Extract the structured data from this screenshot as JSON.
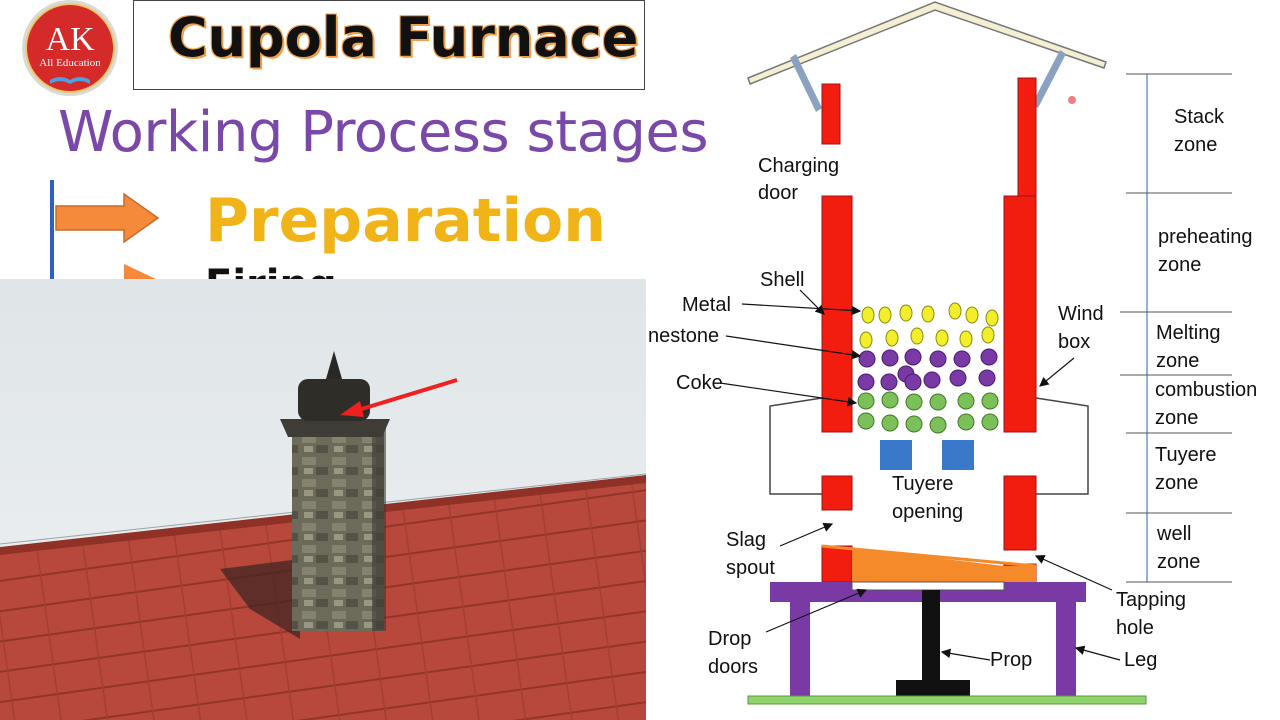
{
  "logo": {
    "initials": "AK",
    "caption": "All Education"
  },
  "title": "Cupola Furnace",
  "subtitle": "Working Process stages",
  "stages": {
    "first": "Preparation",
    "second_partial": "Firing"
  },
  "diagram": {
    "labels": {
      "charging_door": [
        "Charging",
        "door"
      ],
      "shell": "Shell",
      "metal": "Metal",
      "limestone": "nestone",
      "coke": "Coke",
      "wind_box": [
        "Wind",
        "box"
      ],
      "tuyere_opening": [
        "Tuyere",
        "opening"
      ],
      "slag_spout": [
        "Slag",
        "spout"
      ],
      "tapping_hole": [
        "Tapping",
        "hole"
      ],
      "drop_doors": [
        "Drop",
        "doors"
      ],
      "prop": "Prop",
      "leg": "Leg"
    },
    "zones": [
      [
        "Stack",
        "zone"
      ],
      [
        "preheating",
        "zone"
      ],
      [
        "Melting",
        "zone"
      ],
      [
        "combustion",
        "zone"
      ],
      [
        "Tuyere",
        "zone"
      ],
      [
        "well",
        "zone"
      ]
    ]
  },
  "colors": {
    "shell": "#f21d0f",
    "metal": "#f2ee2a",
    "limestone": "#7a3aa6",
    "coke": "#7cc05a",
    "tuyere": "#3a78c9",
    "slag": "#f58a2a",
    "frame": "#7a3aa6",
    "ground": "#8ed46a",
    "title_outline": "#f0a04a",
    "subtitle": "#7a48a8",
    "stage_arrow": "#f58a3a",
    "preparation": "#f0b418",
    "roof": "#b8483c",
    "sky": "#e6ebee"
  },
  "icons": [
    "stage-arrow-icon",
    "logo-book-icon"
  ]
}
